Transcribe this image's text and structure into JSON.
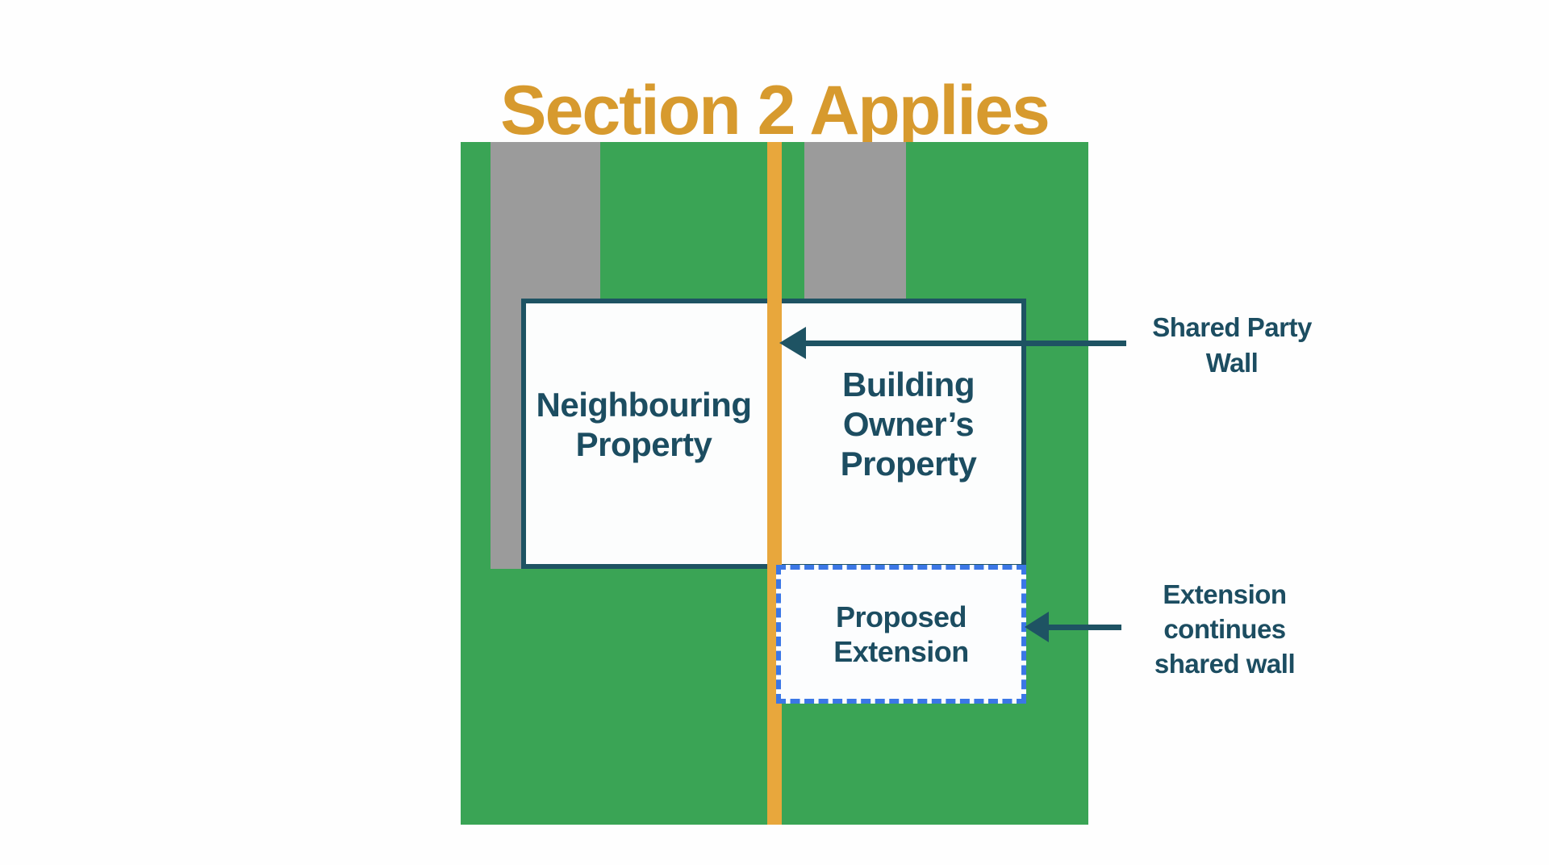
{
  "title": "Section 2 Applies",
  "plot": {
    "neighbouring_property": "Neighbouring\nProperty",
    "building_owner": "Building\nOwner’s\nProperty",
    "proposed_extension": "Proposed\nExtension"
  },
  "annotations": {
    "shared_party_wall": "Shared Party\nWall",
    "extension_note": "Extension\ncontinues\nshared wall"
  },
  "colors": {
    "title_orange": "#d79a2e",
    "grass_green": "#3aa455",
    "driveway_gray": "#9b9b9b",
    "party_wall_orange": "#e8a73c",
    "house_border_teal": "#1e5363",
    "label_ink_teal": "#1c4d61",
    "extension_dash_blue": "#3b77e6",
    "background_white": "#fefefe"
  }
}
